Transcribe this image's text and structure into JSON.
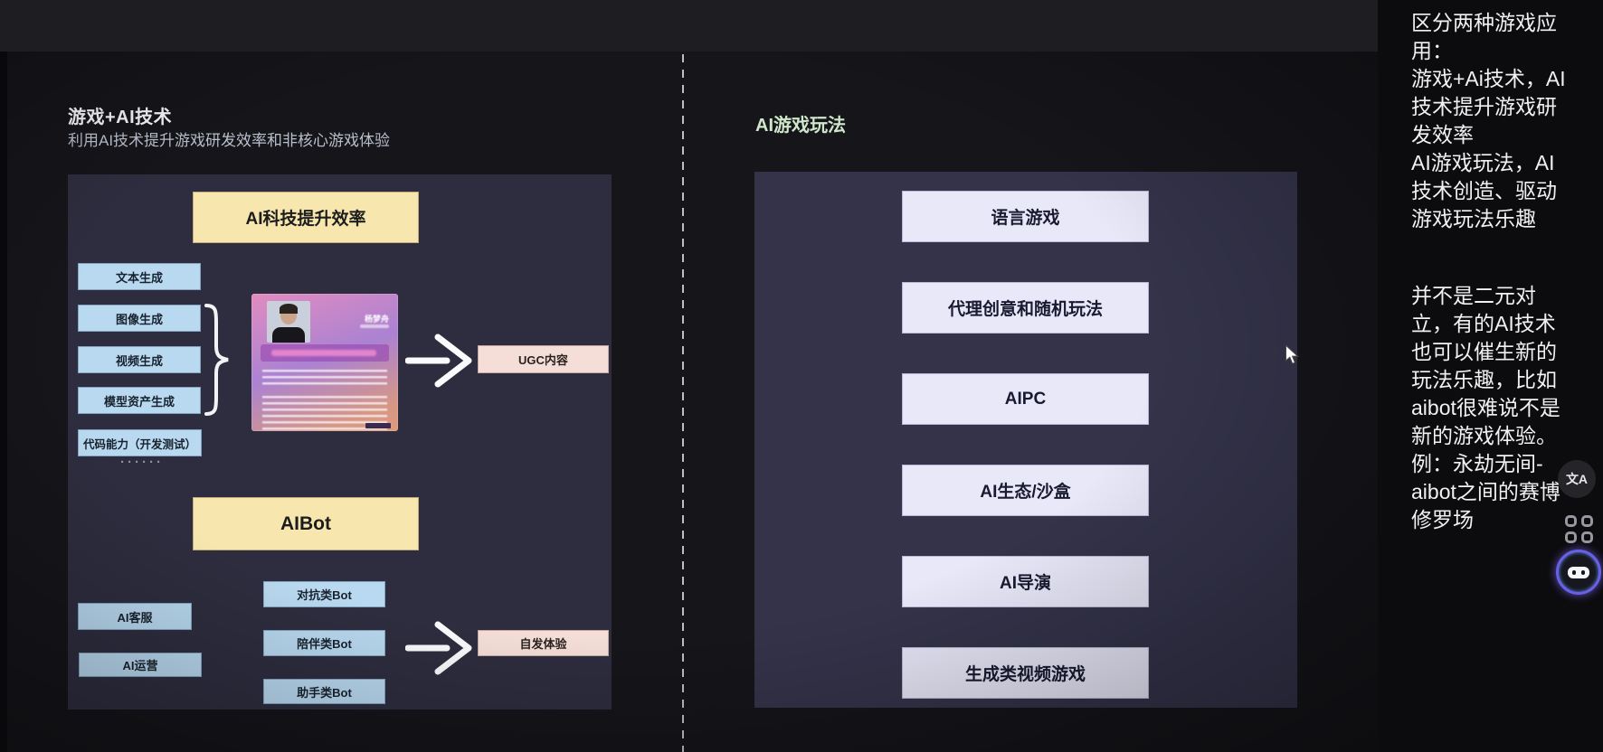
{
  "left": {
    "title": "游戏+AI技术",
    "subtitle": "利用AI技术提升游戏研发效率和非核心游戏体验",
    "flow1": {
      "header": "AI科技提升效率",
      "inputs": [
        "文本生成",
        "图像生成",
        "视频生成",
        "模型资产生成",
        "代码能力（开发测试）"
      ],
      "ellipsis": "······",
      "card_name": "杨梦舟",
      "output": "UGC内容"
    },
    "flow2": {
      "header": "AIBot",
      "side_inputs": [
        "AI客服",
        "AI运营"
      ],
      "bot_types": [
        "对抗类Bot",
        "陪伴类Bot",
        "助手类Bot"
      ],
      "output": "自发体验"
    }
  },
  "right": {
    "title": "AI游戏玩法",
    "items": [
      "语言游戏",
      "代理创意和随机玩法",
      "AIPC",
      "AI生态/沙盒",
      "AI导演",
      "生成类视频游戏"
    ]
  },
  "sidebar": {
    "note1": "区分两种游戏应\n用：\n游戏+Ai技术，AI\n技术提升游戏研\n发效率\nAI游戏玩法，AI\n技术创造、驱动\n游戏玩法乐趣",
    "note2": "并不是二元对\n立，有的AI技术\n也可以催生新的\n玩法乐趣，比如\naibot很难说不是\n新的游戏体验。\n例：永劫无间-\naibot之间的赛博\n修罗场",
    "translate_icon_label": "文A"
  },
  "colors": {
    "blue_box": "#b9d9f0",
    "yellow_box": "#f7e7af",
    "pink_box": "#f5ded8",
    "lavender_box": "#e9e8f9",
    "left_panel": "#2e2d3f",
    "right_panel": "#34334a",
    "slide_bg": "#15151a",
    "sidebar_bg": "#0c0c0e",
    "right_title": "#cfe7cb"
  }
}
